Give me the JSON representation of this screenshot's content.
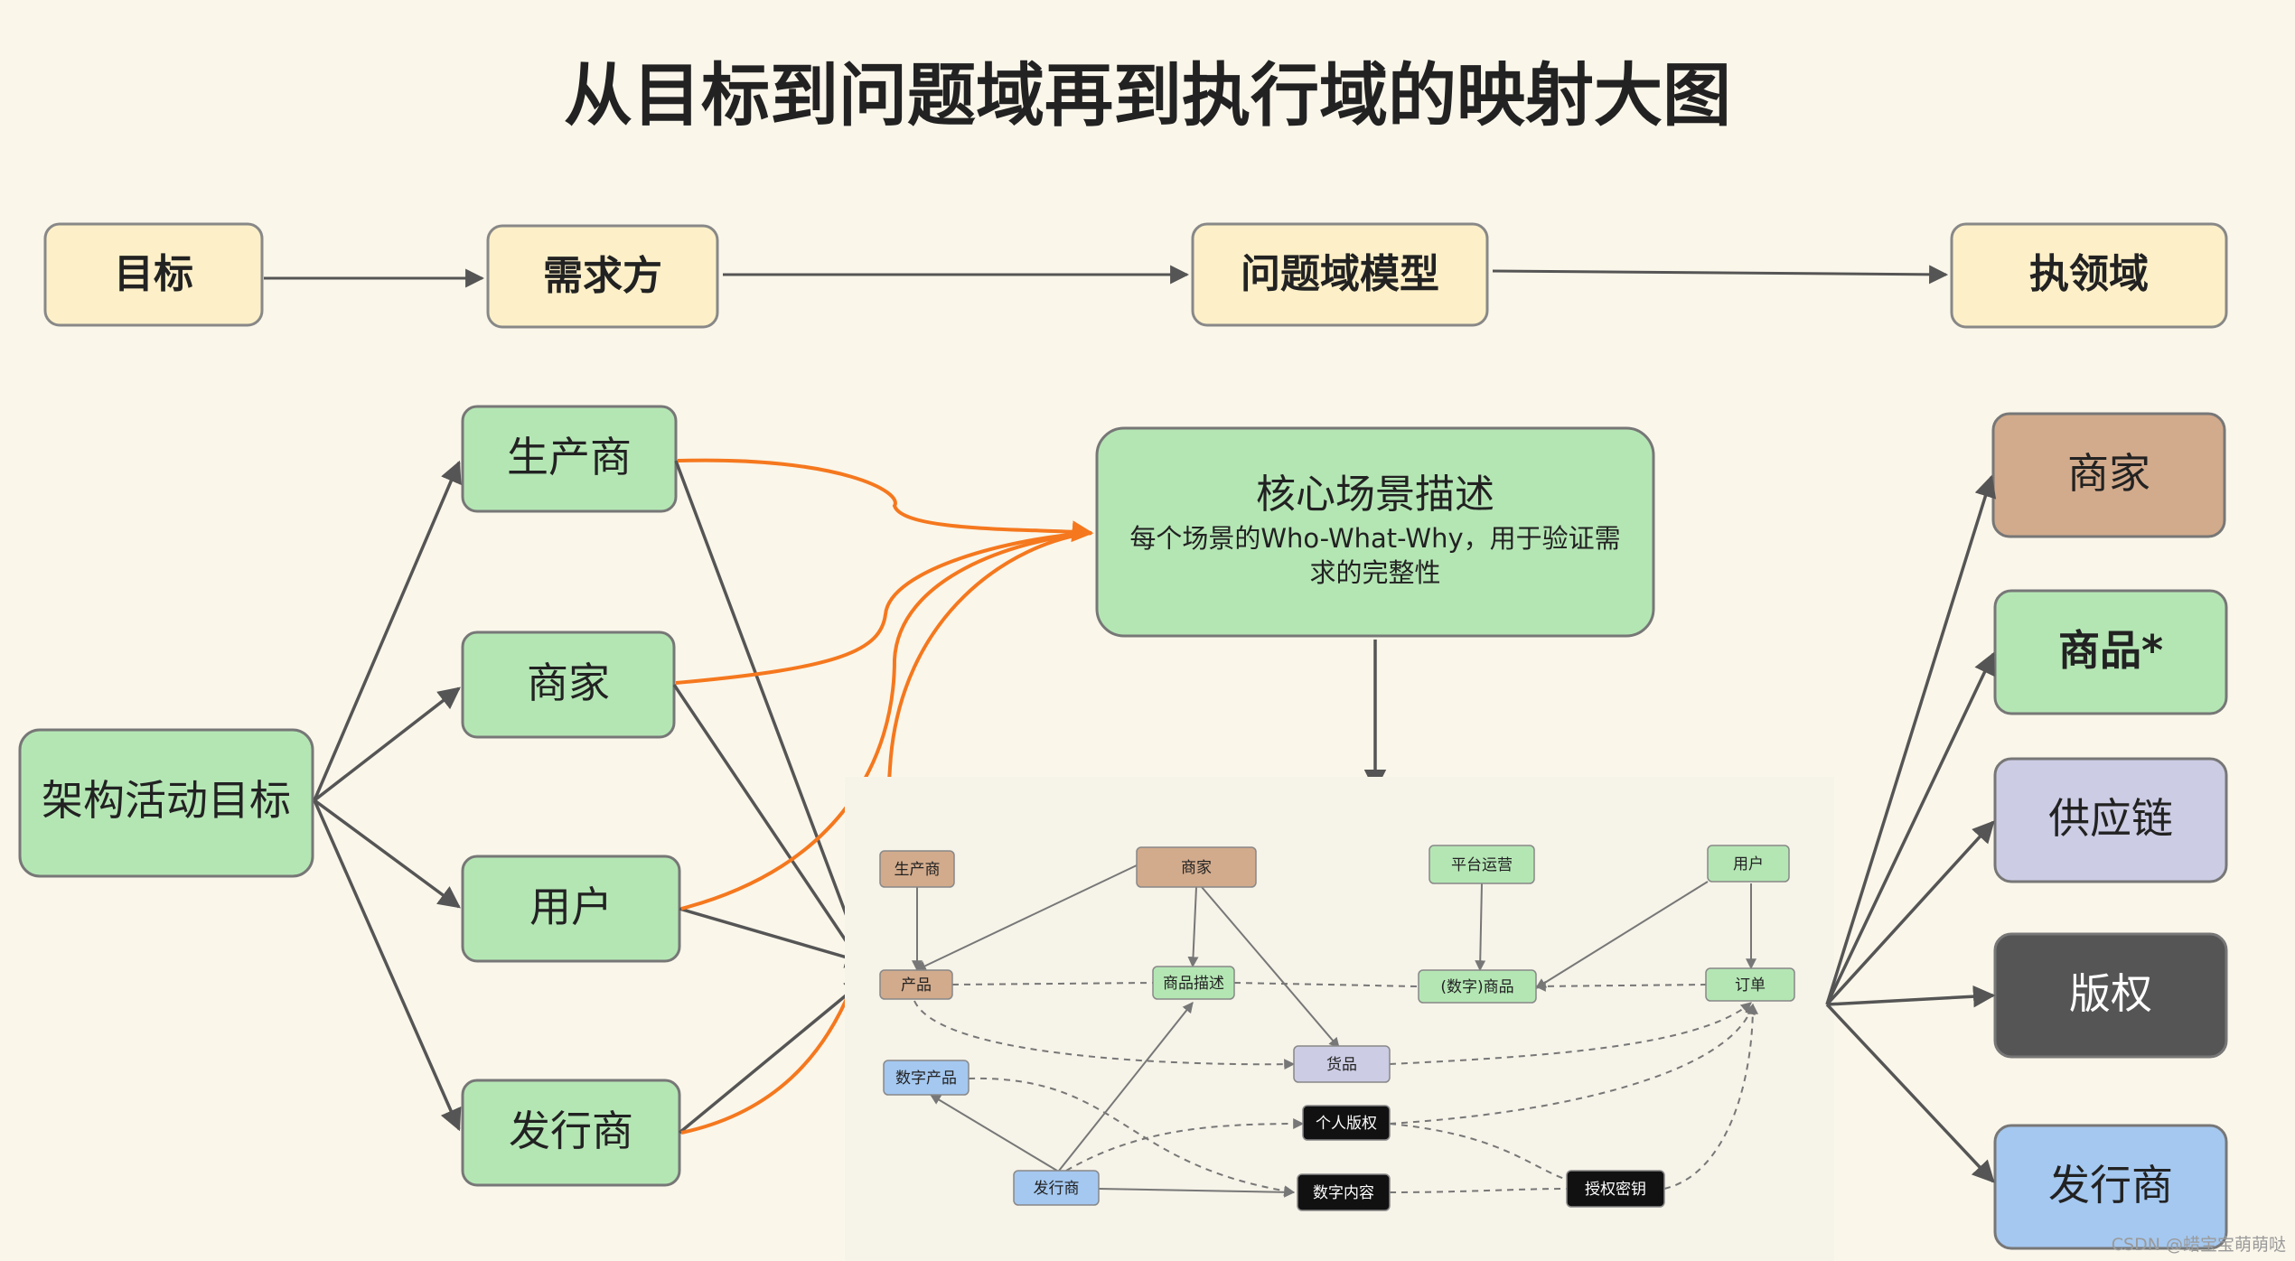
{
  "title": "从目标到问题域再到执行域的映射大图",
  "header": {
    "goal": "目标",
    "demand": "需求方",
    "problem_model": "问题域模型",
    "exec_domain": "执领域"
  },
  "left": {
    "arch_goal": "架构活动目标",
    "producer": "生产商",
    "merchant": "商家",
    "user": "用户",
    "publisher": "发行商"
  },
  "core": {
    "title": "核心场景描述",
    "line1": "每个场景的Who-What-Why，用于验证需",
    "line2": "求的完整性"
  },
  "model": {
    "producer": "生产商",
    "merchant": "商家",
    "platform_ops": "平台运营",
    "user": "用户",
    "product": "产品",
    "goods_desc": "商品描述",
    "digital_goods": "(数字)商品",
    "order": "订单",
    "cargo": "货品",
    "digital_product": "数字产品",
    "personal_copyright": "个人版权",
    "publisher": "发行商",
    "digital_content": "数字内容",
    "auth_key": "授权密钥"
  },
  "right": {
    "merchant": "商家",
    "goods": "商品*",
    "supply_chain": "供应链",
    "copyright": "版权",
    "publisher": "发行商"
  },
  "watermark": "CSDN @蜡宝宝萌萌哒",
  "colors": {
    "background": "#faf6ea",
    "yellow_box": "#fdf0c8",
    "green_box": "#b4e6b4",
    "brown_box": "#d2ab8c",
    "lavender_box": "#cccce4",
    "dark_box": "#555555",
    "blue_box": "#a4c8f0",
    "orange_arrow": "#f5781e"
  }
}
